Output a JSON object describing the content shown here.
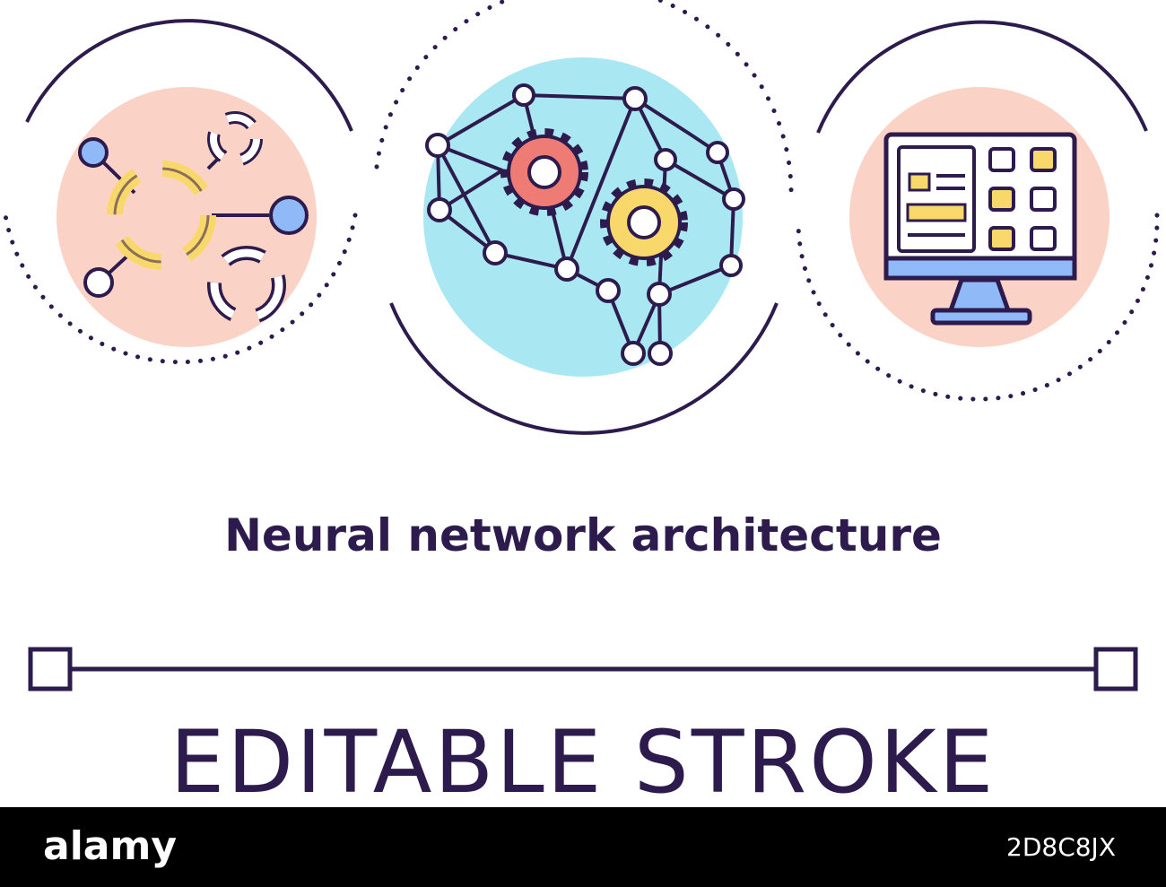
{
  "title": "Neural network architecture",
  "stroke_label": "EDITABLE STROKE",
  "footer": {
    "logo": "alamy",
    "image_code": "2D8C8JX"
  },
  "colors": {
    "outline": "#2d1b4e",
    "pink_disc": "#fbd3c6",
    "blue_disc": "#a9e8f3",
    "yellow": "#f9d86b",
    "red_gear": "#ee7b74",
    "node_blue": "#8fb9f7",
    "footer_bg": "#000000"
  },
  "icons": [
    "workflow-cycle-icon",
    "brain-network-gears-icon",
    "computer-dashboard-icon",
    "editable-stroke-line-icon"
  ]
}
